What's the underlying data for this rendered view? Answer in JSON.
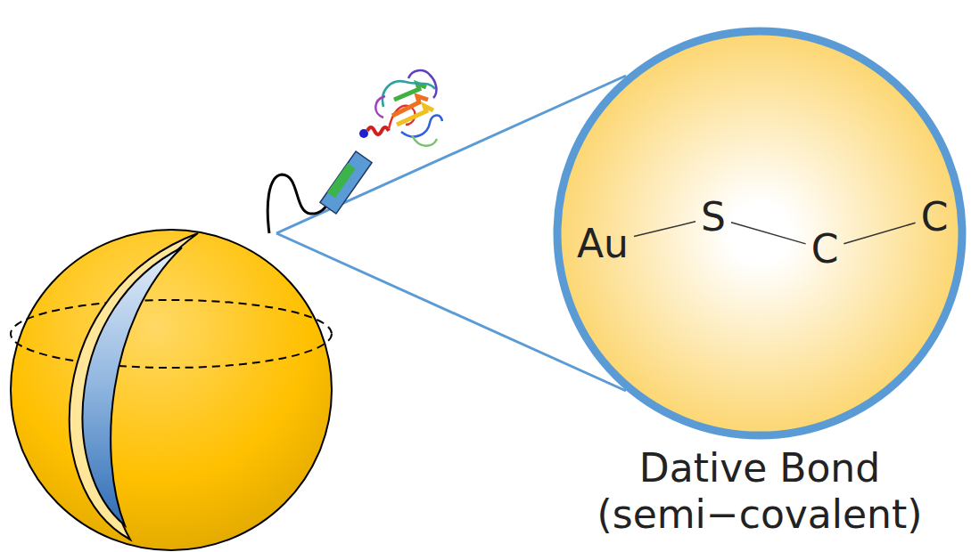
{
  "diagram": {
    "nodes": [
      {
        "text": [
          "Dative Bond (semi−covalent)"
        ]
      },
      {
        "text": [
          "Au"
        ],
        "in": 0
      },
      {
        "text": [
          "S"
        ],
        "in": 0
      },
      {
        "text": [
          "C"
        ],
        "in": 0
      },
      {
        "text": [
          "C"
        ],
        "in": 0
      }
    ],
    "edges": [
      {
        "from": 1,
        "to": 2,
        "arrow": "none"
      },
      {
        "from": 2,
        "to": 3,
        "arrow": "none"
      },
      {
        "from": 3,
        "to": 4,
        "arrow": "none"
      }
    ]
  }
}
